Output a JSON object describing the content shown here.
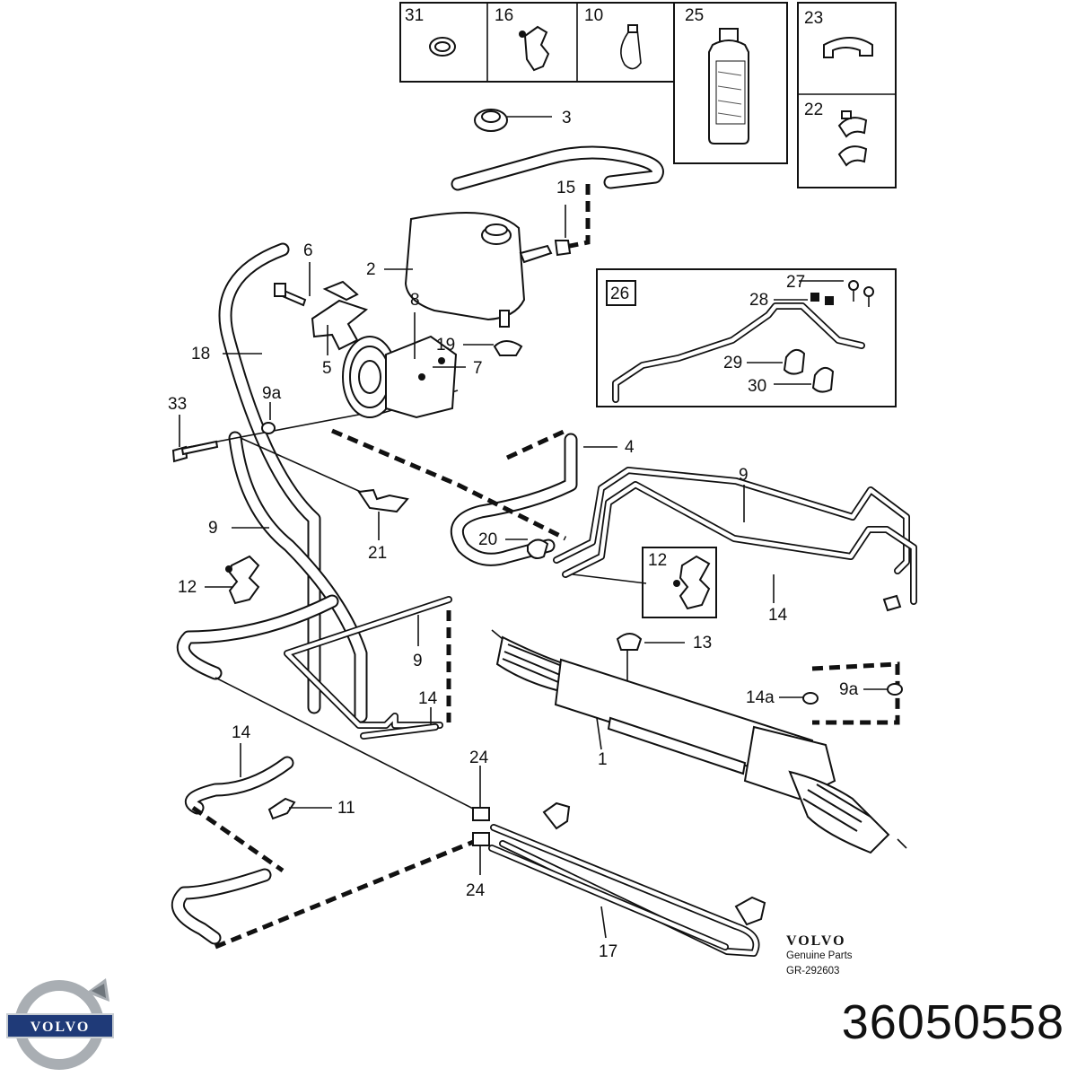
{
  "callouts": {
    "c1": "1",
    "c2": "2",
    "c3": "3",
    "c4": "4",
    "c5": "5",
    "c6": "6",
    "c7": "7",
    "c8": "8",
    "c9_left": "9",
    "c9_right": "9",
    "c9_center": "9",
    "c9a_left": "9a",
    "c9a_right": "9a",
    "c10": "10",
    "c11": "11",
    "c12_left": "12",
    "c12_inset": "12",
    "c13": "13",
    "c14_right": "14",
    "c14_center": "14",
    "c14_left": "14",
    "c14a": "14a",
    "c15": "15",
    "c16": "16",
    "c17": "17",
    "c18": "18",
    "c19": "19",
    "c20": "20",
    "c21": "21",
    "c22": "22",
    "c23": "23",
    "c24_top": "24",
    "c24_bottom": "24",
    "c25": "25",
    "c26": "26",
    "c27": "27",
    "c28": "28",
    "c29": "29",
    "c30": "30",
    "c31": "31",
    "c33": "33"
  },
  "brand": {
    "wordmark": "VOLVO",
    "subtitle": "Genuine Parts",
    "drawing_ref": "GR-292603",
    "logo_text": "VOLVO"
  },
  "part_number": "36050558",
  "colors": {
    "ink": "#111111",
    "logo_silver": "#a9aeb3",
    "logo_blue": "#1f3a78"
  }
}
